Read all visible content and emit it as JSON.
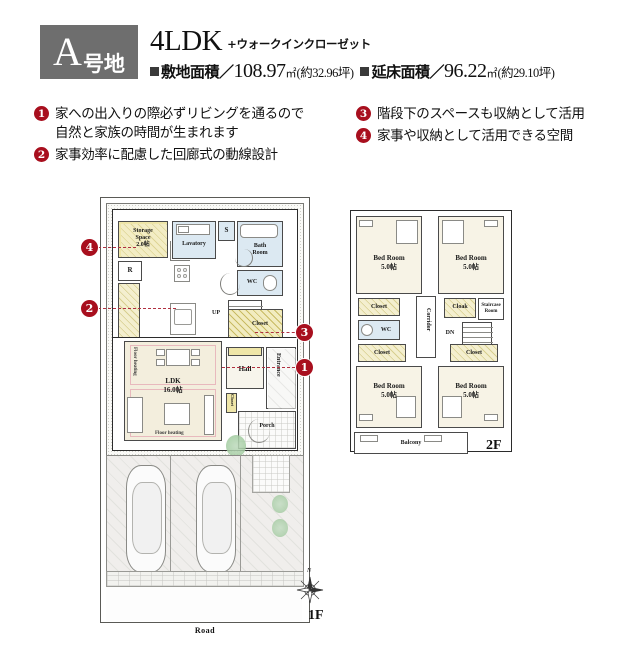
{
  "header": {
    "lot_badge_letter": "A",
    "lot_badge_suffix": "号地",
    "madori": "4LDK",
    "madori_sub": "+ウォークインクローゼット",
    "site_area_label": "敷地面積",
    "site_area_slash": "／",
    "site_area_value": "108.97",
    "site_area_unit": "㎡",
    "site_area_tsubo": "(約32.96坪)",
    "floor_area_label": "延床面積",
    "floor_area_slash": "／",
    "floor_area_value": "96.22",
    "floor_area_unit": "㎡",
    "floor_area_tsubo": "(約29.10坪)"
  },
  "features": {
    "left": [
      {
        "num": "1",
        "line1": "家への出入りの際必ずリビングを通るので",
        "line2": "自然と家族の時間が生まれます"
      },
      {
        "num": "2",
        "line1": "家事効率に配慮した回廊式の動線設計",
        "line2": ""
      }
    ],
    "right": [
      {
        "num": "3",
        "line1": "階段下のスペースも収納として活用",
        "line2": ""
      },
      {
        "num": "4",
        "line1": "家事や収納として活用できる空間",
        "line2": ""
      }
    ]
  },
  "markers": {
    "m1": "1",
    "m2": "2",
    "m3": "3",
    "m4": "4"
  },
  "floor1": {
    "label": "1F",
    "road_label": "Road",
    "compass_north": "N",
    "rooms": {
      "storage_space": "Storage",
      "storage_space2": "Space",
      "storage_space_size": "2.0帖",
      "refrigerator": "R",
      "lavatory": "Lavatory",
      "shower": "S",
      "bath_room": "Bath",
      "bath_room2": "Room",
      "wc": "WC",
      "up": "UP",
      "closet_stair": "Closet",
      "ldk": "LDK",
      "ldk_size": "16.0帖",
      "hall": "Hall",
      "entrance": "Entrance",
      "porch": "Porch",
      "closet_hall": "Closet",
      "floor_heating_a": "Floor heating",
      "floor_heating_b": "Floor heating"
    }
  },
  "floor2": {
    "label": "2F",
    "rooms": {
      "bed_room_1": "Bed Room",
      "bed_room_1_size": "5.0帖",
      "bed_room_2": "Bed Room",
      "bed_room_2_size": "5.0帖",
      "bed_room_3": "Bed Room",
      "bed_room_3_size": "5.0帖",
      "bed_room_4": "Bed Room",
      "bed_room_4_size": "5.0帖",
      "closet_1": "Closet",
      "closet_2": "Closet",
      "closet_3": "Closet",
      "cloak": "Cloak",
      "staircase_room": "Staircase",
      "staircase_room2": "Room",
      "wc": "WC",
      "corridor": "Corridor",
      "dn": "DN",
      "balcony": "Balcony"
    }
  },
  "colors": {
    "accent_red": "#a80f1e",
    "badge_gray": "#6e6e6e",
    "living_fill": "#f3eedd",
    "closet_fill": "#efe6a8",
    "water_fill": "#dce9f2"
  }
}
